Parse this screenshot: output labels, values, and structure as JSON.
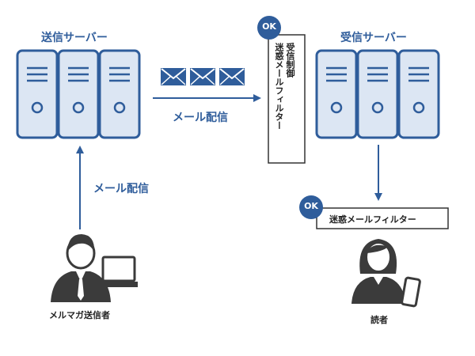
{
  "colors": {
    "primary": "#2f5d9b",
    "server_fill": "#dce6f3",
    "person": "#3b3b3b"
  },
  "sending_server": {
    "title": "送信サーバー"
  },
  "receiving_server": {
    "title": "受信サーバー"
  },
  "flow": {
    "mail_label_horizontal": "メール配信",
    "mail_label_vertical": "メール配信"
  },
  "filter_gateway": {
    "badge": "OK",
    "line1": "受信制御",
    "line2": "迷惑メールフィルター"
  },
  "filter_client": {
    "badge": "OK",
    "label": "迷惑メールフィルター"
  },
  "sender": {
    "label": "メルマガ送信者",
    "icon": "person-laptop-icon"
  },
  "reader": {
    "label": "読者",
    "icon": "person-phone-icon"
  },
  "icons": [
    "server-icon",
    "envelope-icon",
    "arrow-right-icon",
    "arrow-up-icon",
    "arrow-down-icon",
    "ok-badge-icon"
  ]
}
